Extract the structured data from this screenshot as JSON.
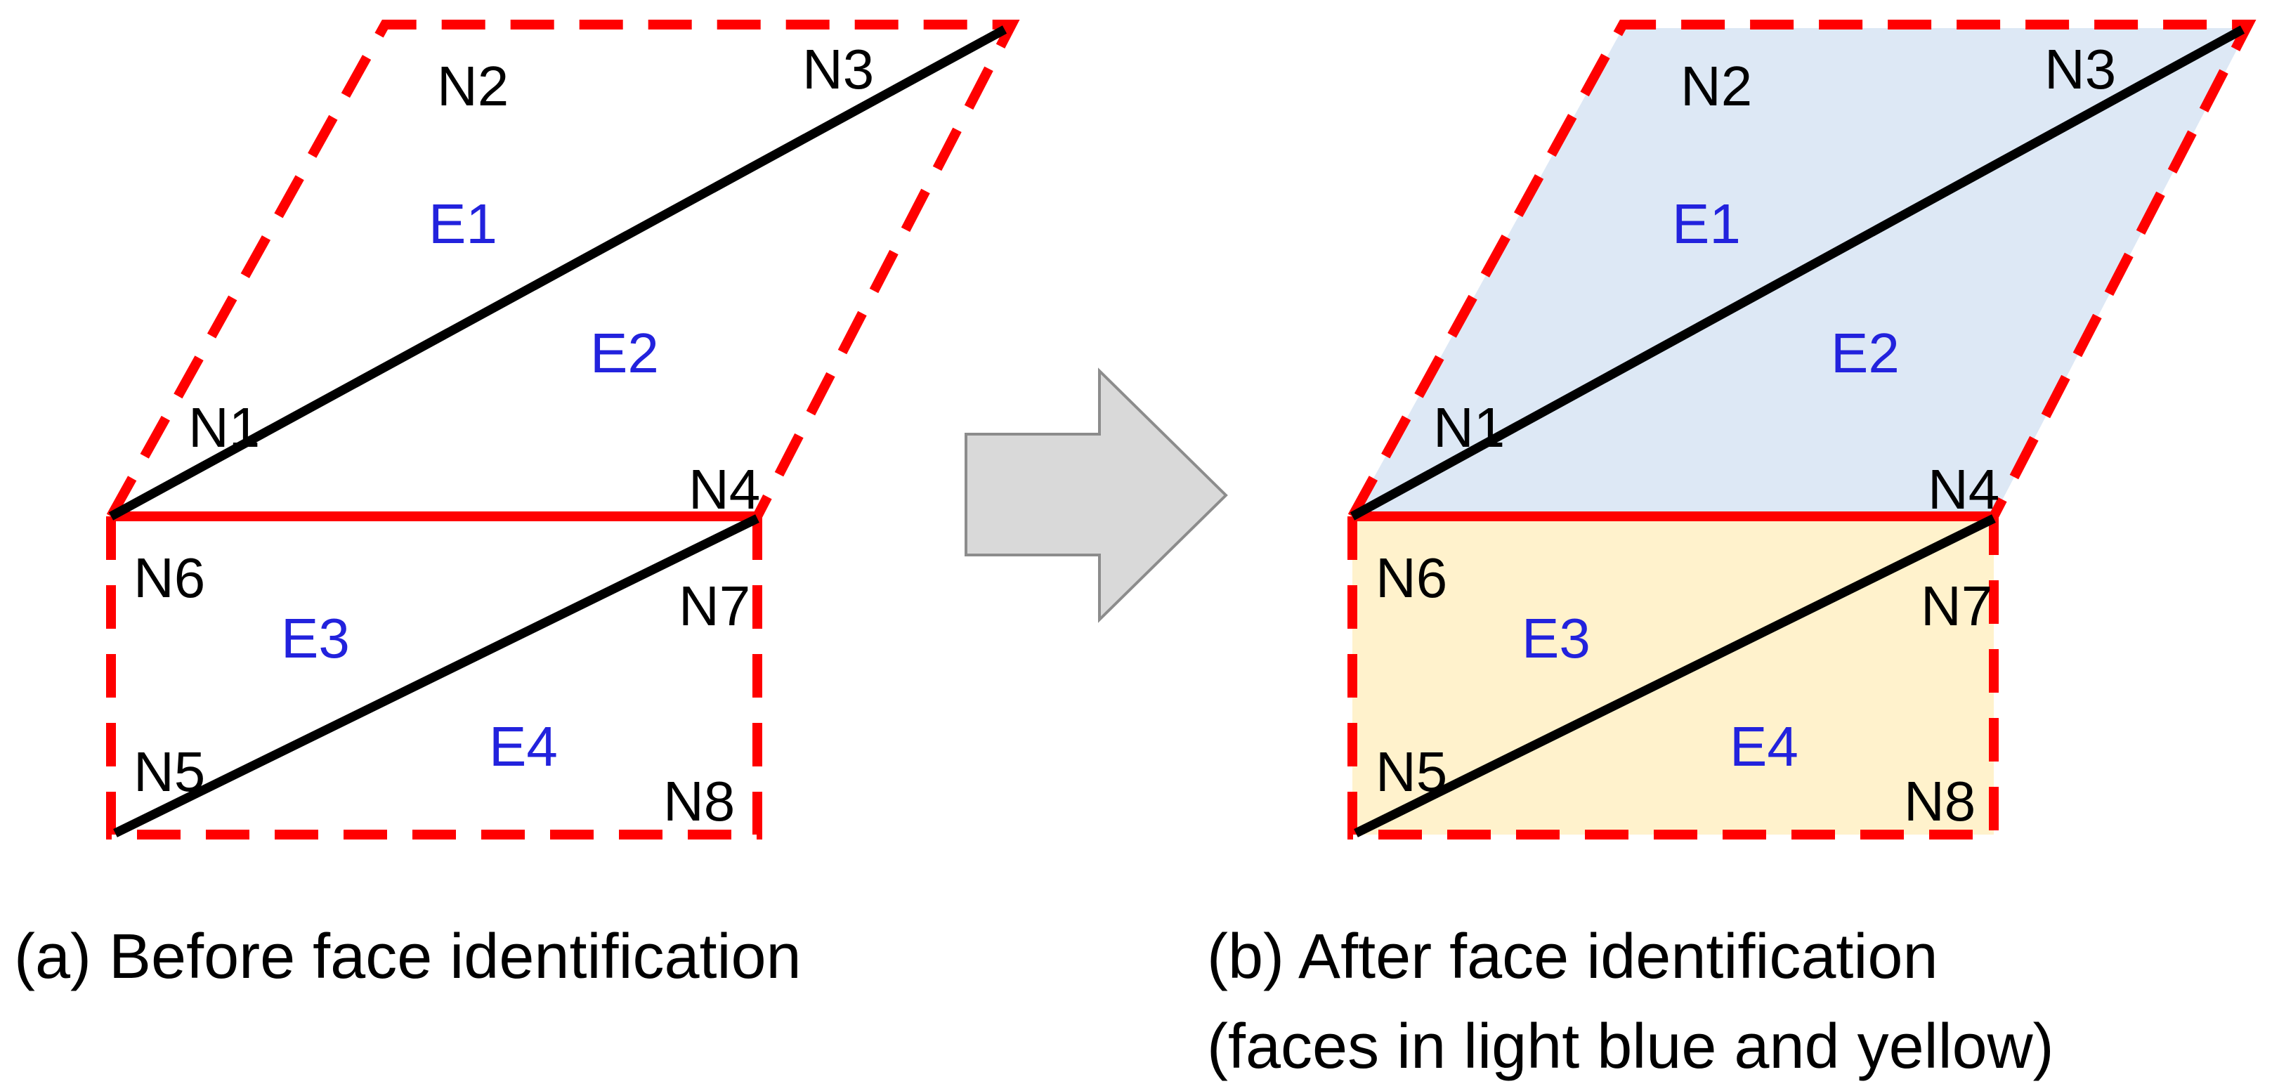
{
  "colors": {
    "dashed_edge": "#ff0000",
    "shared_edge": "#ff0000",
    "interior_edge": "#000000",
    "element_label": "#2222dd",
    "face_top": "#dde8f5",
    "face_bottom": "#fff2cc",
    "arrow_fill": "#d9d9d9",
    "arrow_stroke": "#8c8c8c"
  },
  "panel_a": {
    "nodes": {
      "n1": "N1",
      "n2": "N2",
      "n3": "N3",
      "n4": "N4",
      "n5": "N5",
      "n6": "N6",
      "n7": "N7",
      "n8": "N8"
    },
    "elements": {
      "e1": "E1",
      "e2": "E2",
      "e3": "E3",
      "e4": "E4"
    },
    "caption": "(a) Before face identification"
  },
  "panel_b": {
    "nodes": {
      "n1": "N1",
      "n2": "N2",
      "n3": "N3",
      "n4": "N4",
      "n5": "N5",
      "n6": "N6",
      "n7": "N7",
      "n8": "N8"
    },
    "elements": {
      "e1": "E1",
      "e2": "E2",
      "e3": "E3",
      "e4": "E4"
    },
    "caption_line1": "(b) After face identification",
    "caption_line2": "(faces in light blue and yellow)"
  },
  "arrow_icon": "right-arrow-icon"
}
